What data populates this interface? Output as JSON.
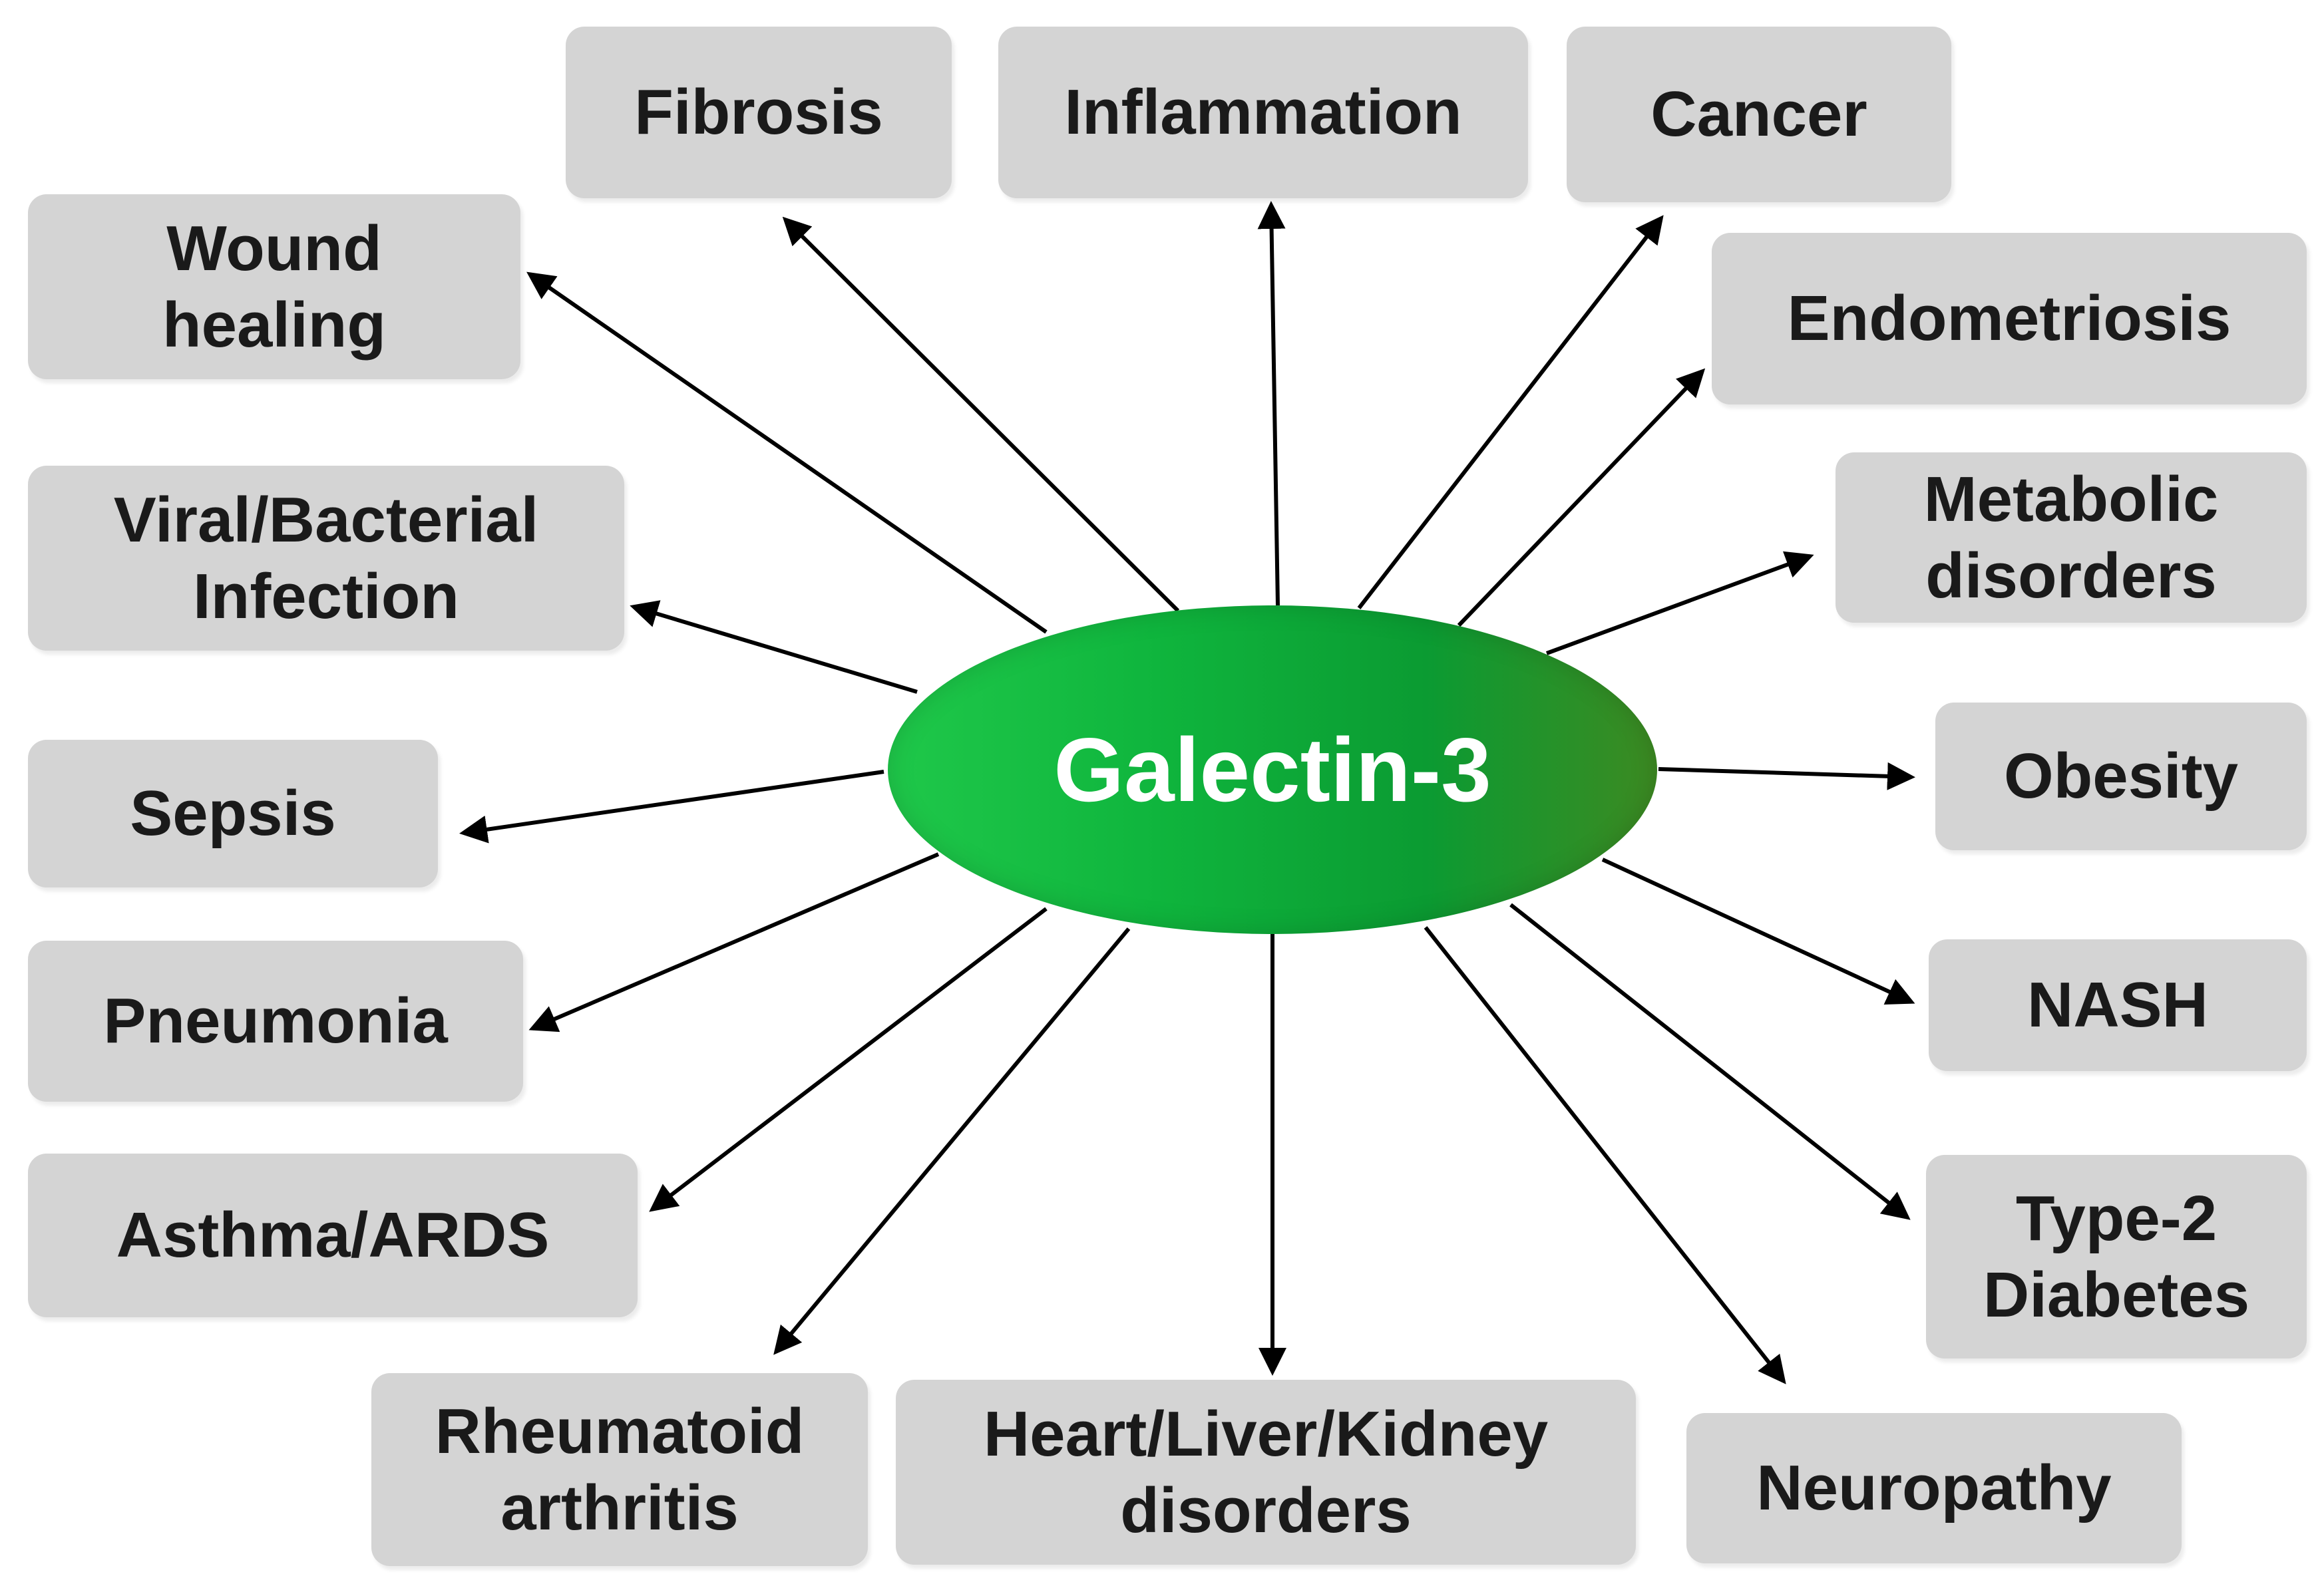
{
  "center": {
    "label": "Galectin-3"
  },
  "nodes": {
    "fibrosis": "Fibrosis",
    "inflammation": "Inflammation",
    "cancer": "Cancer",
    "wound_healing": "Wound\nhealing",
    "endometriosis": "Endometriosis",
    "viral_bacterial": "Viral/Bacterial\nInfection",
    "metabolic": "Metabolic\ndisorders",
    "sepsis": "Sepsis",
    "obesity": "Obesity",
    "pneumonia": "Pneumonia",
    "nash": "NASH",
    "asthma": "Asthma/ARDS",
    "type2_diabetes": "Type-2\nDiabetes",
    "rheumatoid": "Rheumatoid\narthritis",
    "heart_liver_kidney": "Heart/Liver/Kidney\ndisorders",
    "neuropathy": "Neuropathy"
  },
  "colors": {
    "box_fill": "#d4d4d4",
    "text": "#1a1a1a",
    "hub_green": "#0fb53d",
    "arrow": "#000000"
  }
}
